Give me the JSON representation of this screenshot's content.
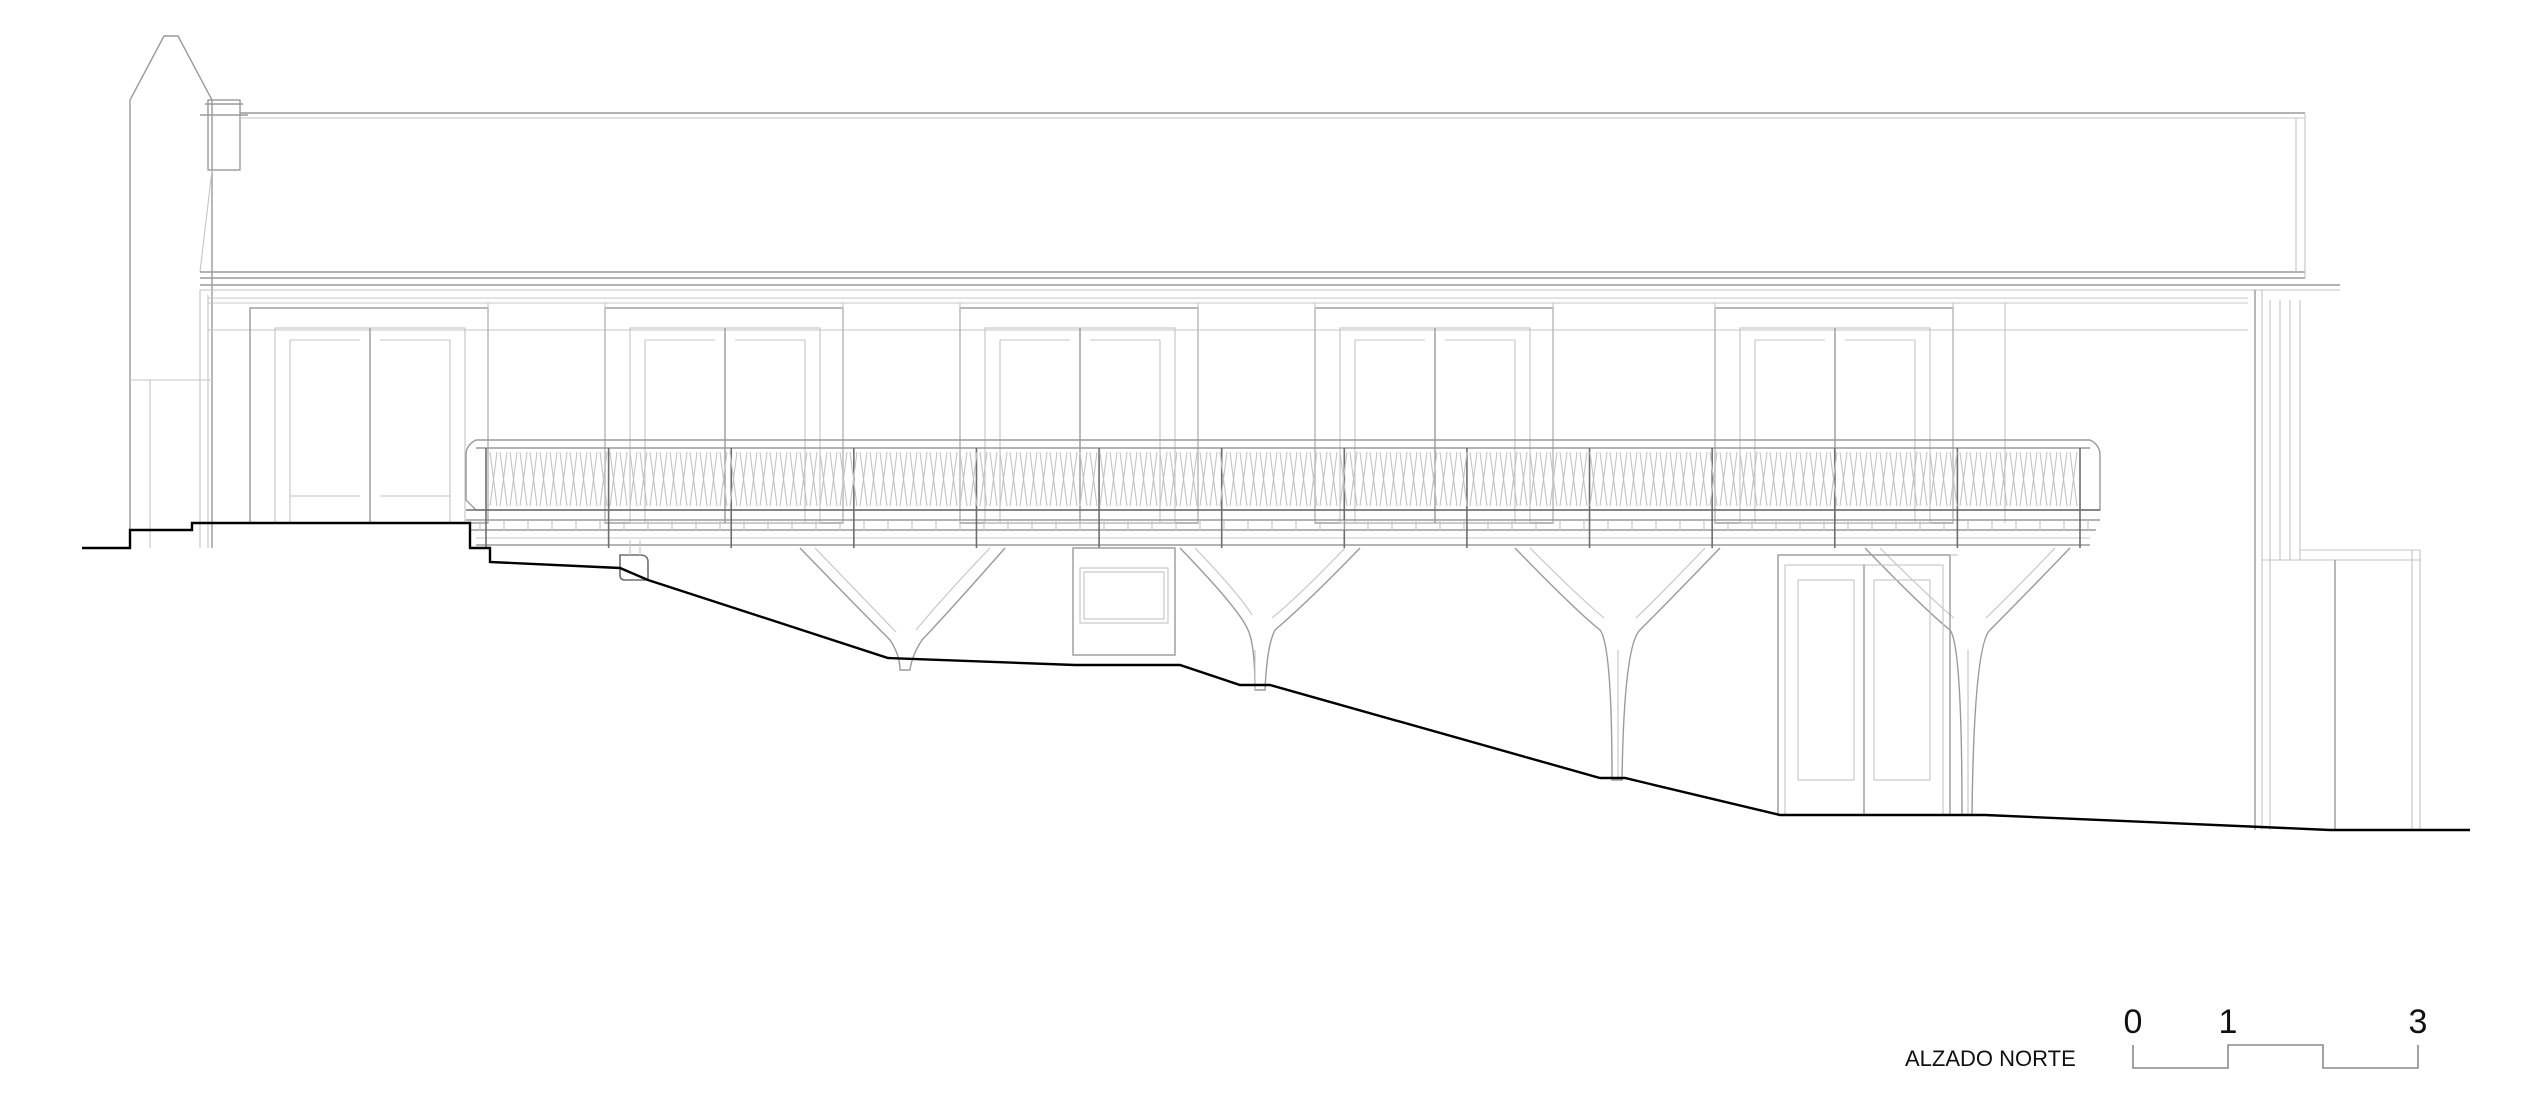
{
  "drawing": {
    "title": "ALZADO NORTE",
    "scale_bar": {
      "labels": [
        "0",
        "1",
        "3"
      ]
    },
    "colors": {
      "line": "#9a9a9a",
      "ground": "#000000",
      "text": "#111111"
    }
  }
}
